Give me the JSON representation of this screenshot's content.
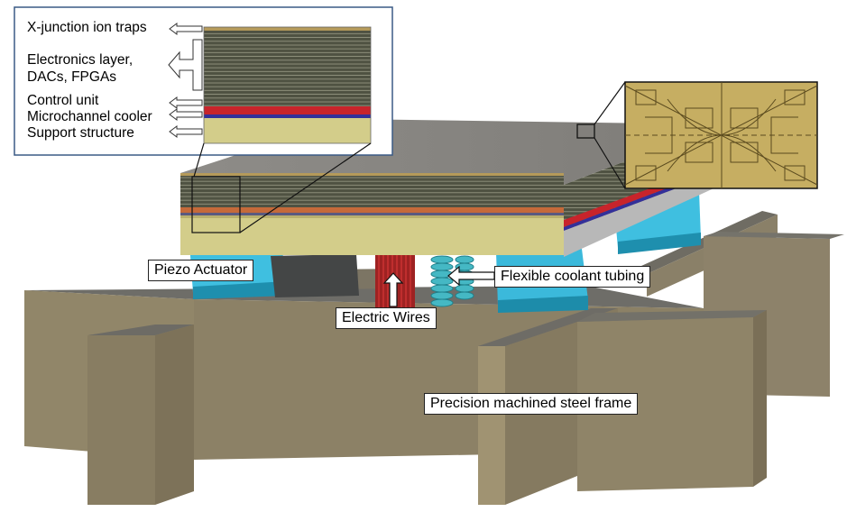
{
  "layers": {
    "ion_traps": "X-junction ion traps",
    "electronics": "Electronics layer,",
    "electronics_2": "DACs, FPGAs",
    "control": "Control unit",
    "cooler": "Microchannel cooler",
    "support": "Support structure"
  },
  "callouts": {
    "piezo": "Piezo Actuator",
    "wires": "Electric Wires",
    "coolant": "Flexible coolant tubing",
    "frame": "Precision machined steel frame"
  },
  "colors": {
    "frame": "#8c8165",
    "support": "#d3cd8a",
    "electronics": "#4d5040",
    "control": "#c8242b",
    "cooler": "#33309a",
    "actuator": "#35b8d8",
    "wires": "#b02a2a"
  }
}
